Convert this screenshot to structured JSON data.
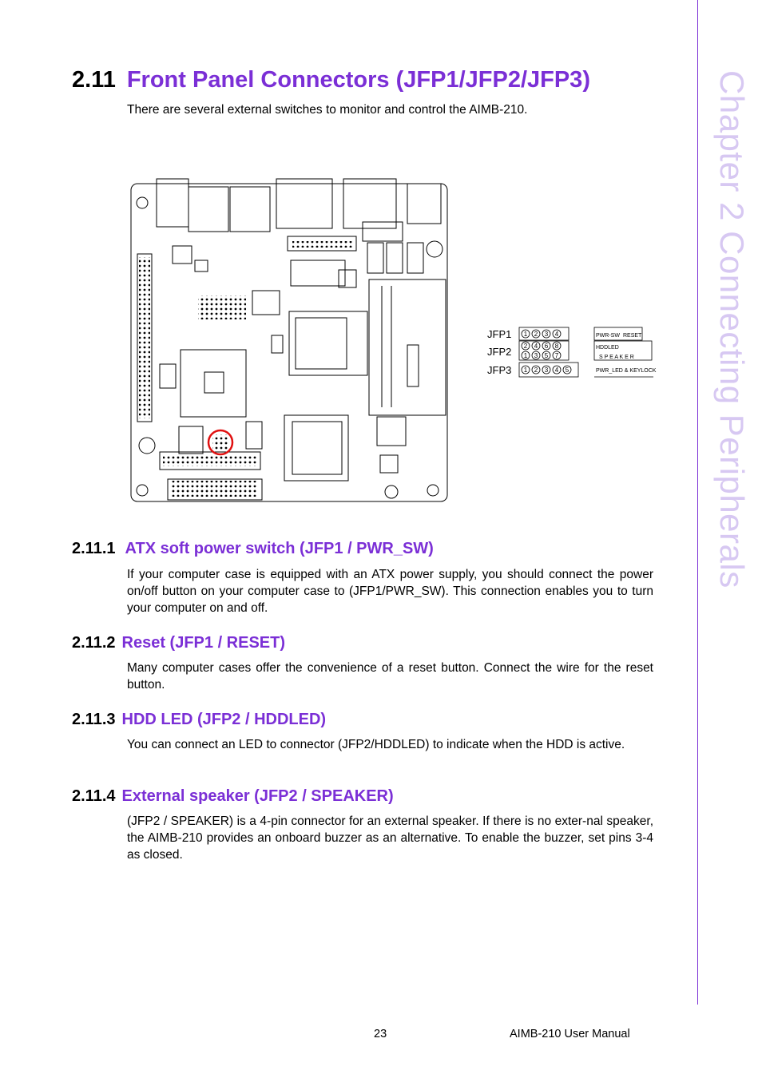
{
  "sidebar": {
    "chapter_label": "Chapter 2   Connecting Peripherals"
  },
  "heading": {
    "number": "2.11",
    "title": "Front Panel Connectors (JFP1/JFP2/JFP3)"
  },
  "intro": "There are several external switches to monitor and control the AIMB-210.",
  "figure": {
    "rows": [
      {
        "label": "JFP1",
        "pins": [
          "1",
          "2",
          "3",
          "4"
        ],
        "functions": [
          "PWR-SW",
          "RESET"
        ]
      },
      {
        "label": "JFP2",
        "pins_top": [
          "2",
          "4",
          "6",
          "8"
        ],
        "pins_bottom": [
          "1",
          "3",
          "5",
          "7"
        ],
        "functions": [
          "HDDLED",
          "S P E A K E R"
        ]
      },
      {
        "label": "JFP3",
        "pins": [
          "1",
          "2",
          "3",
          "4",
          "5"
        ],
        "functions": [
          "PWR_LED & KEYLOCK"
        ]
      }
    ],
    "highlight_color": "#e01010"
  },
  "sections": [
    {
      "number": "2.11.1",
      "title": "ATX soft power switch (JFP1 / PWR_SW)",
      "body": "If your computer case is equipped with an ATX power supply, you should connect the power on/off button on your computer case to (JFP1/PWR_SW). This connection enables you to turn your computer on and off."
    },
    {
      "number": "2.11.2",
      "title": "Reset (JFP1 / RESET)",
      "body": "Many computer cases offer the convenience of a reset button. Connect the wire for the reset button."
    },
    {
      "number": "2.11.3",
      "title": "HDD LED (JFP2 / HDDLED)",
      "body": "You can connect an LED to connector (JFP2/HDDLED) to indicate when the HDD is active."
    },
    {
      "number": "2.11.4",
      "title": "External speaker (JFP2 / SPEAKER)",
      "body": "(JFP2 / SPEAKER) is a 4-pin connector for an external speaker. If there is no exter-nal speaker, the AIMB-210 provides an onboard buzzer as an alternative. To enable the buzzer, set pins 3-4 as closed."
    }
  ],
  "footer": {
    "page_number": "23",
    "manual_title": "AIMB-210 User Manual"
  },
  "colors": {
    "accent": "#7b2fd6",
    "sidebar_text": "#d7c8f2"
  }
}
